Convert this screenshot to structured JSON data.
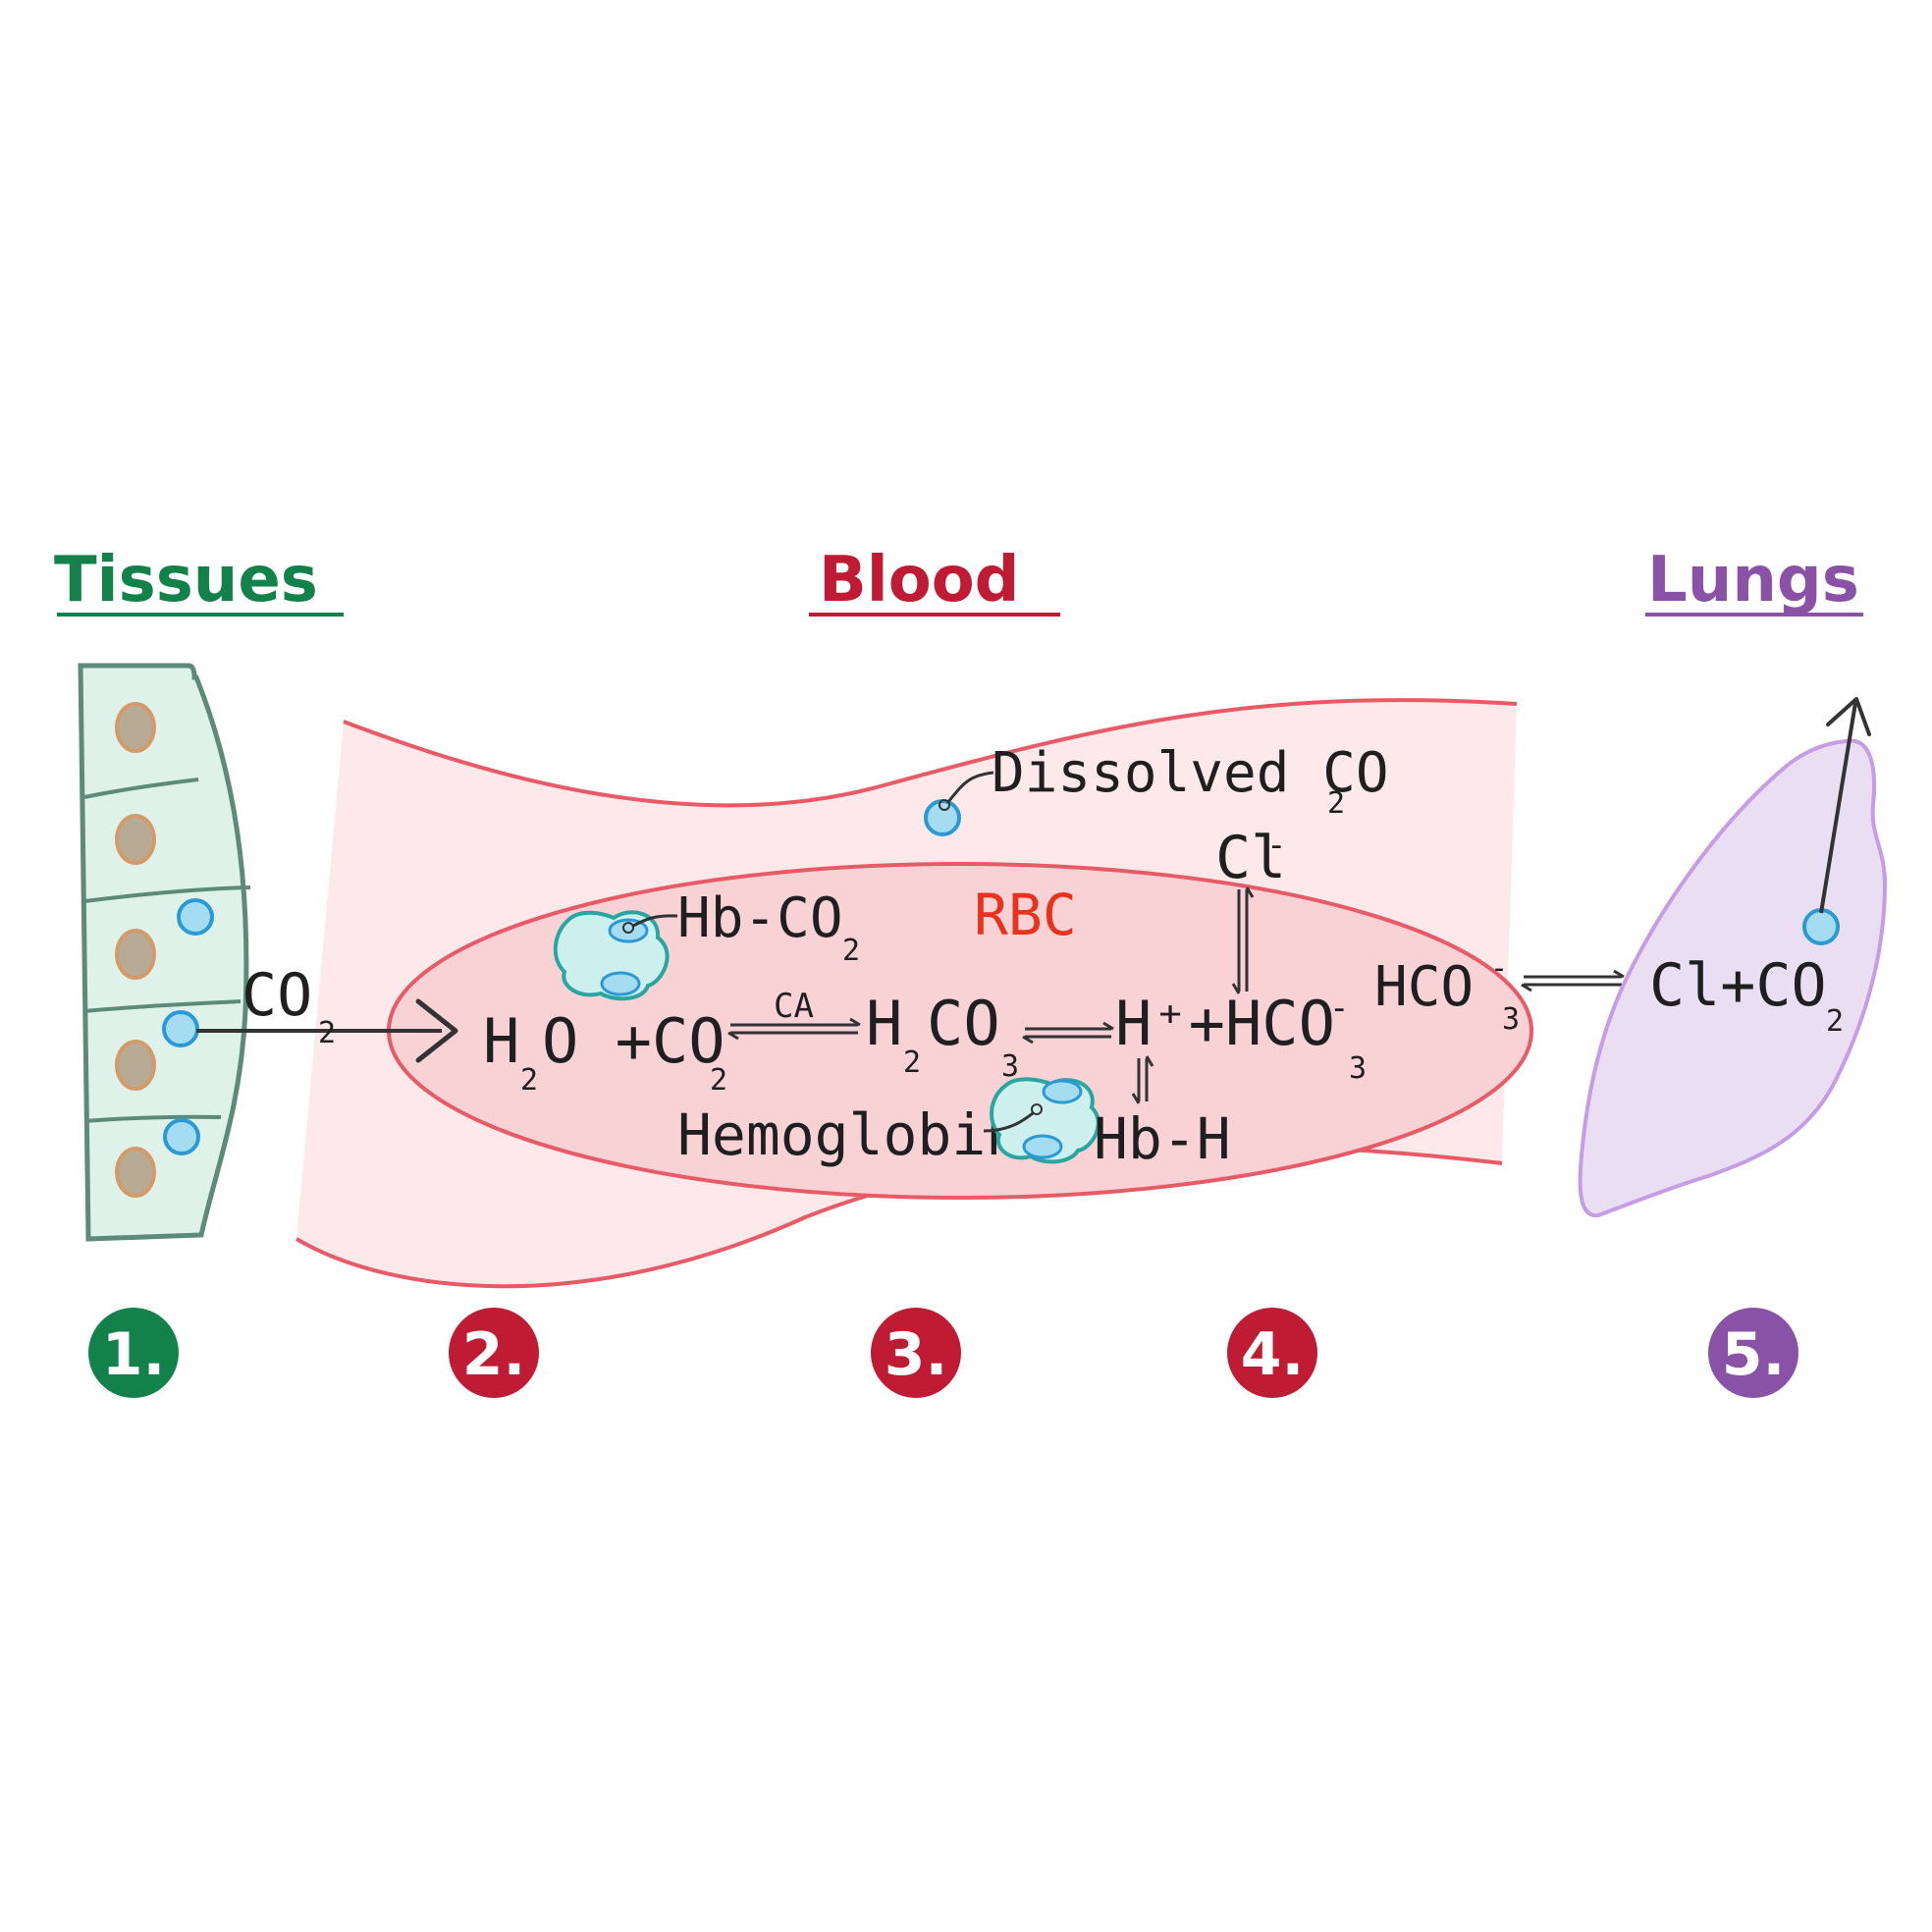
{
  "headers": {
    "tissues": "Tissues",
    "blood": "Blood",
    "lungs": "Lungs"
  },
  "labels": {
    "co2_tissue": "CO",
    "co2_tissue_sub": "2",
    "dissolved": "Dissolved CO",
    "dissolved_sub": "2",
    "rbc": "RBC",
    "hbco2": "Hb-CO",
    "hbco2_sub": "2",
    "h2o_h": "H",
    "h2o_sub": "2",
    "h2o_o": "O +CO",
    "h2o_co2_sub": "2",
    "ca": "CA",
    "h2co3_h": "H",
    "h2co3_sub2": "2",
    "h2co3_co": "CO",
    "h2co3_sub3": "3",
    "hplus": "H⁺+HCO",
    "hplus_sup": "-",
    "hplus_sub": "3",
    "cl_top": "Cl",
    "cl_top_sup": "-",
    "hemoglobin": "Hemoglobin",
    "hbh": "Hb-H",
    "hco3_out": "HCO",
    "hco3_out_sup": "-",
    "hco3_out_sub": "3",
    "lung_cl": "Cl+CO",
    "lung_sub": "2"
  },
  "steps": [
    "1.",
    "2.",
    "3.",
    "4.",
    "5."
  ],
  "colors": {
    "tissues": "#12824a",
    "blood": "#c01b34",
    "lungs": "#8a52a6",
    "rbc_text": "#e8321e",
    "vessel_fill": "#fde8ea",
    "vessel_line": "#e85a66",
    "rbc_fill": "#f9d2d6",
    "tissue_fill": "#dff2ea",
    "tissue_line": "#5d8a7a",
    "nucleus_fill": "#b8ab96",
    "nucleus_line": "#d49a6a",
    "bubble_fill": "#a6dcf2",
    "bubble_line": "#2a9ad4",
    "lung_fill": "#eadff2",
    "lung_line": "#c79ce6",
    "hb_fill": "#cdf0ee",
    "hb_line": "#2aa6a0"
  }
}
